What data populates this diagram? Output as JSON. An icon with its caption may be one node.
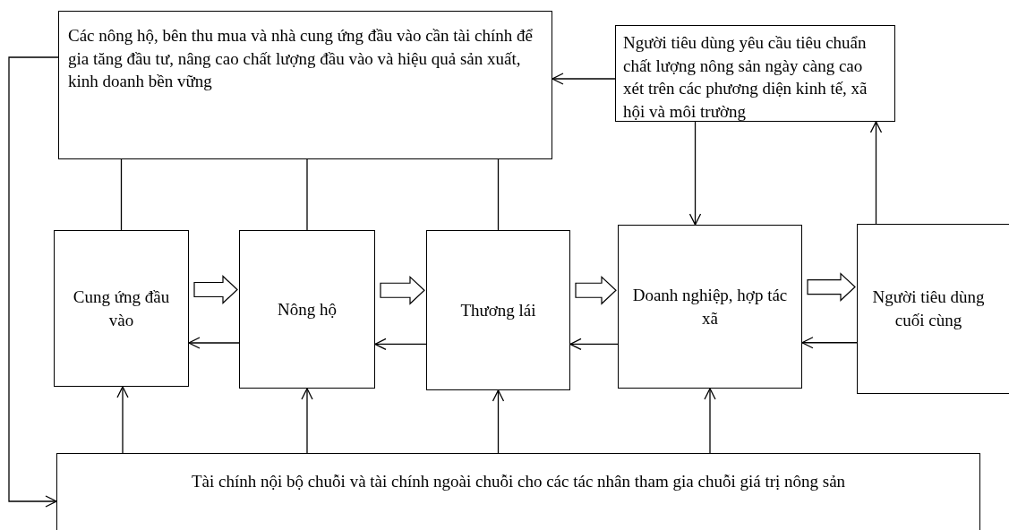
{
  "diagram": {
    "nodes": [
      {
        "text": [
          "Các nông hộ, bên thu mua và nhà cung ứng đầu vào cần tài chính để gia tăng đầu tư, nâng cao chất lượng đầu vào và hiệu quả sản xuất, kinh doanh bền vững"
        ]
      },
      {
        "text": [
          "Người tiêu dùng yêu cầu tiêu chuẩn chất lượng nông sản ngày càng cao xét trên các phương diện kinh tế, xã hội và môi trường"
        ]
      },
      {
        "text": [
          "Cung ứng đầu vào"
        ]
      },
      {
        "text": [
          "Nông hộ"
        ]
      },
      {
        "text": [
          "Thương lái"
        ]
      },
      {
        "text": [
          "Doanh nghiệp, hợp tác xã"
        ]
      },
      {
        "text": [
          "Người tiêu dùng cuối cùng"
        ]
      },
      {
        "text": [
          "Tài chính nội bộ chuỗi và tài chính ngoài chuỗi cho các tác nhân tham gia chuỗi giá trị nông sản"
        ]
      }
    ],
    "edges": [
      {
        "from": 1,
        "to": 0,
        "arrow": "to"
      },
      {
        "from": 1,
        "to": 5,
        "arrow": "to"
      },
      {
        "from": 6,
        "to": 1,
        "arrow": "to"
      },
      {
        "from": 0,
        "to": 2,
        "arrow": "none"
      },
      {
        "from": 0,
        "to": 3,
        "arrow": "none"
      },
      {
        "from": 0,
        "to": 4,
        "arrow": "none"
      },
      {
        "from": 2,
        "to": 3,
        "arrow": "to",
        "style": "thick"
      },
      {
        "from": 3,
        "to": 4,
        "arrow": "to",
        "style": "thick"
      },
      {
        "from": 4,
        "to": 5,
        "arrow": "to",
        "style": "thick"
      },
      {
        "from": 5,
        "to": 6,
        "arrow": "to",
        "style": "thick"
      },
      {
        "from": 3,
        "to": 2,
        "arrow": "to"
      },
      {
        "from": 4,
        "to": 3,
        "arrow": "to"
      },
      {
        "from": 5,
        "to": 4,
        "arrow": "to"
      },
      {
        "from": 6,
        "to": 5,
        "arrow": "to"
      },
      {
        "from": 7,
        "to": 2,
        "arrow": "to"
      },
      {
        "from": 7,
        "to": 3,
        "arrow": "to"
      },
      {
        "from": 7,
        "to": 4,
        "arrow": "to"
      },
      {
        "from": 7,
        "to": 5,
        "arrow": "to"
      },
      {
        "from": 0,
        "to": 7,
        "arrow": "to"
      }
    ]
  }
}
